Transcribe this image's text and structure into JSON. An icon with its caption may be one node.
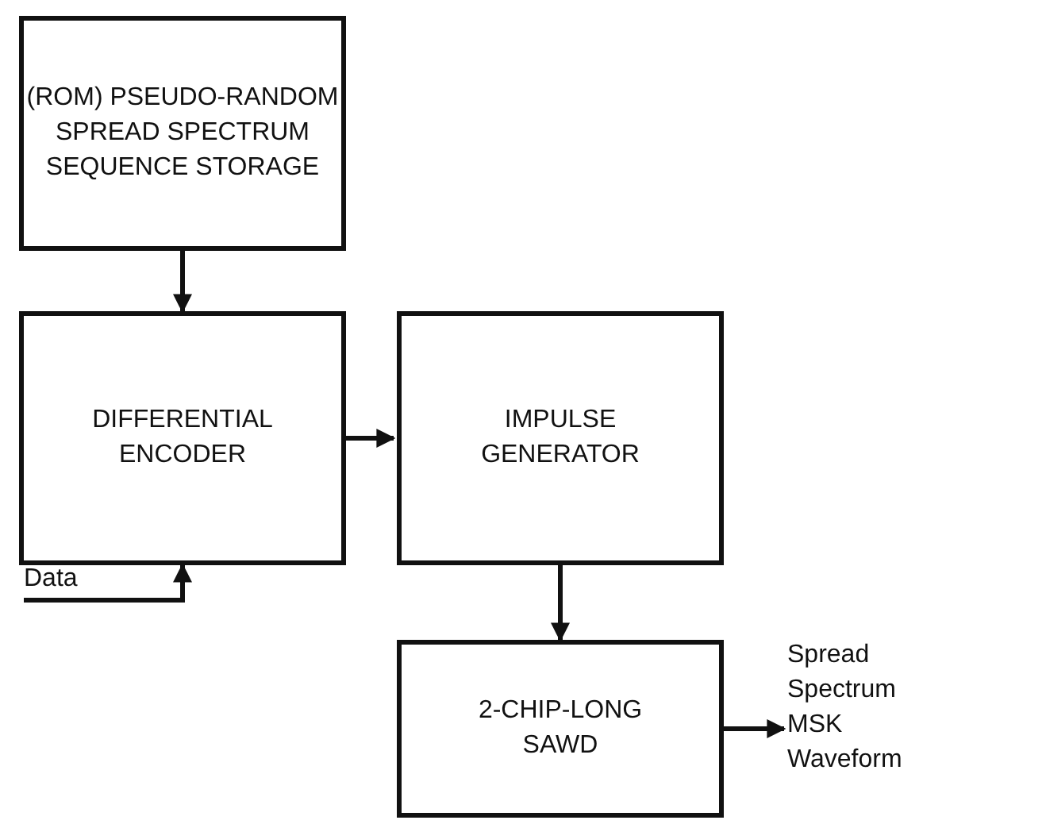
{
  "diagram": {
    "nodes": [
      {
        "text": [
          "(ROM) PSEUDO-RANDOM SPREAD SPECTRUM SEQUENCE STORAGE"
        ]
      },
      {
        "text": [
          "DIFFERENTIAL ENCODER"
        ]
      },
      {
        "text": [
          "IMPULSE GENERATOR"
        ]
      },
      {
        "text": [
          "2-CHIP-LONG SAWD"
        ]
      },
      {
        "text": [
          "Data"
        ]
      },
      {
        "text": [
          "Spread Spectrum MSK Waveform"
        ]
      }
    ],
    "edges": [
      {
        "from": 0,
        "to": 1,
        "arrow": "to"
      },
      {
        "from": 1,
        "to": 2,
        "arrow": "to"
      },
      {
        "from": 2,
        "to": 3,
        "arrow": "to"
      },
      {
        "from": 4,
        "to": 1,
        "arrow": "to"
      },
      {
        "from": 3,
        "to": 5,
        "arrow": "to"
      }
    ]
  }
}
